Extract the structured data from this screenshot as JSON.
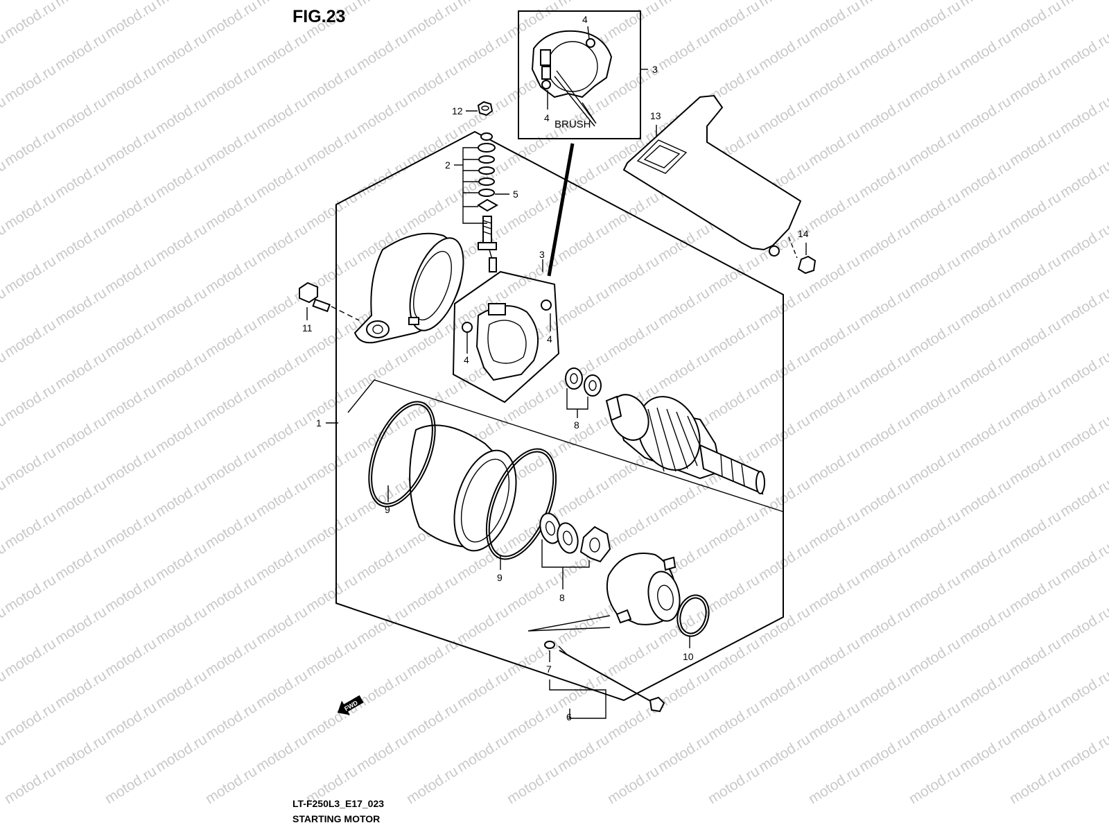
{
  "figure": {
    "title": "FIG.23",
    "code": "LT-F250L3_E17_023",
    "caption": "STARTING MOTOR"
  },
  "watermark": {
    "text": "motod.ru"
  },
  "inset": {
    "brush_label": "BRUSH"
  },
  "fwd_arrow": {
    "label": "FWD"
  },
  "callouts": {
    "c1": "1",
    "c2": "2",
    "c3_inset": "3",
    "c3": "3",
    "c4_inset_top": "4",
    "c4_inset_bottom": "4",
    "c4_plate_right": "4",
    "c4_plate_left": "4",
    "c5": "5",
    "c6": "6",
    "c7": "7",
    "c8_upper": "8",
    "c8_lower": "8",
    "c9_left": "9",
    "c9_right": "9",
    "c10": "10",
    "c11": "11",
    "c12": "12",
    "c13": "13",
    "c14": "14"
  },
  "colors": {
    "line": "#000000",
    "watermark": "#c9c9c9",
    "background": "#ffffff"
  }
}
